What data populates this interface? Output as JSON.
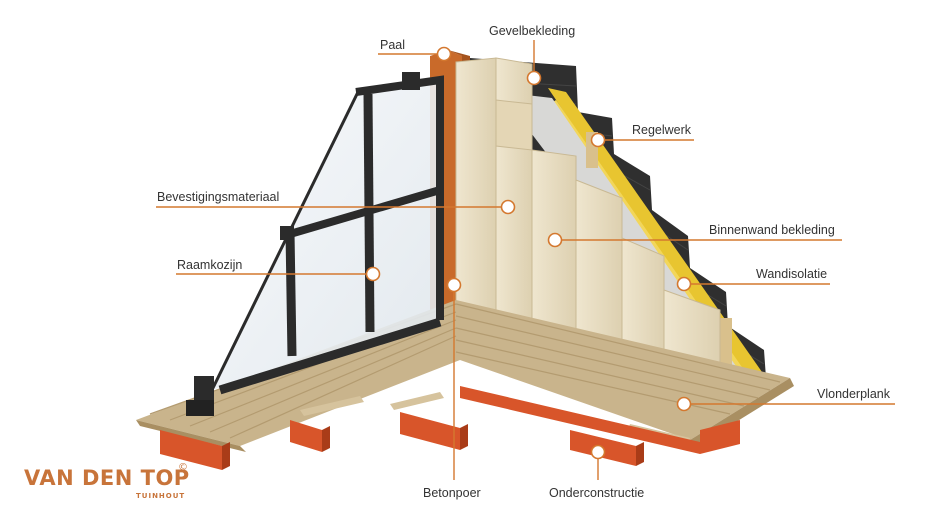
{
  "colors": {
    "leader": "#d4782f",
    "label_text": "#333333",
    "logo": "#c8743a",
    "wood_light": "#e8dcc0",
    "deck": "#c9b48c",
    "footing": "#d8552a",
    "post": "#c96a2a",
    "cladding": "#2f2f2f",
    "insulation": "#e8c530",
    "frame": "#2b2b2b",
    "glass": "#eef2f5"
  },
  "labels": {
    "paal": "Paal",
    "gevelbekleding": "Gevelbekleding",
    "regelwerk": "Regelwerk",
    "bevestigingsmateriaal": "Bevestigingsmateriaal",
    "binnenwand_bekleding": "Binnenwand bekleding",
    "raamkozijn": "Raamkozijn",
    "wandisolatie": "Wandisolatie",
    "vlonderplank": "Vlonderplank",
    "betonpoer": "Betonpoer",
    "onderconstructie": "Onderconstructie"
  },
  "logo": {
    "name": "VAN DEN TOP",
    "sub": "TUINHOUT",
    "copyright": "©"
  }
}
